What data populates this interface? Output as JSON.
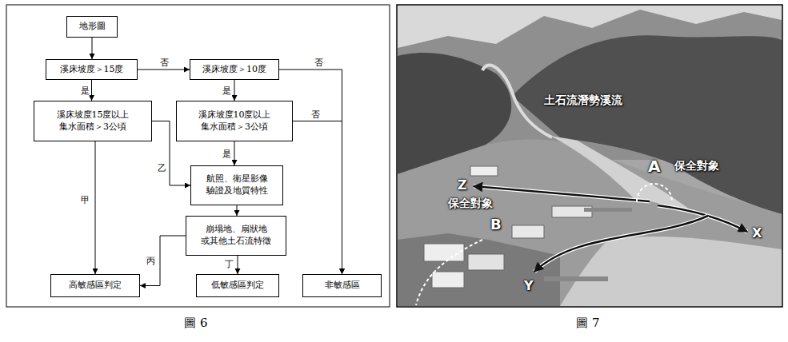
{
  "diagram": {
    "nodes": [
      {
        "text": [
          "地形圖"
        ]
      },
      {
        "text": [
          "溪床坡度＞15度"
        ]
      },
      {
        "text": [
          "溪床坡度＞10度"
        ]
      },
      {
        "text": [
          "溪床坡度15度以上 集水面積＞3公頃"
        ]
      },
      {
        "text": [
          "溪床坡度10度以上 集水面積＞3公頃"
        ]
      },
      {
        "text": [
          "航照、衛星影像 驗證及地質特性"
        ]
      },
      {
        "text": [
          "崩塌地、扇狀地 或其他土石流特徵"
        ]
      },
      {
        "text": [
          "高敏感區判定"
        ]
      },
      {
        "text": [
          "低敏感區判定"
        ]
      },
      {
        "text": [
          "非敏感區"
        ]
      }
    ],
    "edges": [
      {
        "from": 0,
        "to": 1,
        "arrow": "to"
      },
      {
        "from": 1,
        "to": 2,
        "label": "否",
        "arrow": "to"
      },
      {
        "from": 1,
        "to": 3,
        "label": "是",
        "arrow": "to"
      },
      {
        "from": 2,
        "to": 4,
        "label": "是",
        "arrow": "to"
      },
      {
        "from": 2,
        "to": 9,
        "label": "否",
        "arrow": "to"
      },
      {
        "from": 3,
        "to": 7,
        "label": "甲",
        "arrow": "to"
      },
      {
        "from": 3,
        "to": 5,
        "label": "乙",
        "arrow": "to"
      },
      {
        "from": 4,
        "to": 5,
        "label": "是",
        "arrow": "to"
      },
      {
        "from": 4,
        "to": 9,
        "label": "否",
        "arrow": "to"
      },
      {
        "from": 5,
        "to": 6,
        "arrow": "to"
      },
      {
        "from": 6,
        "to": 7,
        "label": "丙",
        "arrow": "to"
      },
      {
        "from": 6,
        "to": 8,
        "label": "丁",
        "arrow": "to"
      }
    ],
    "labels": [
      "圖 6",
      "土石流潛勢溪流",
      "保全對象",
      "A",
      "Z",
      "保全對象",
      "B",
      "X",
      "Y",
      "圖 7"
    ]
  }
}
